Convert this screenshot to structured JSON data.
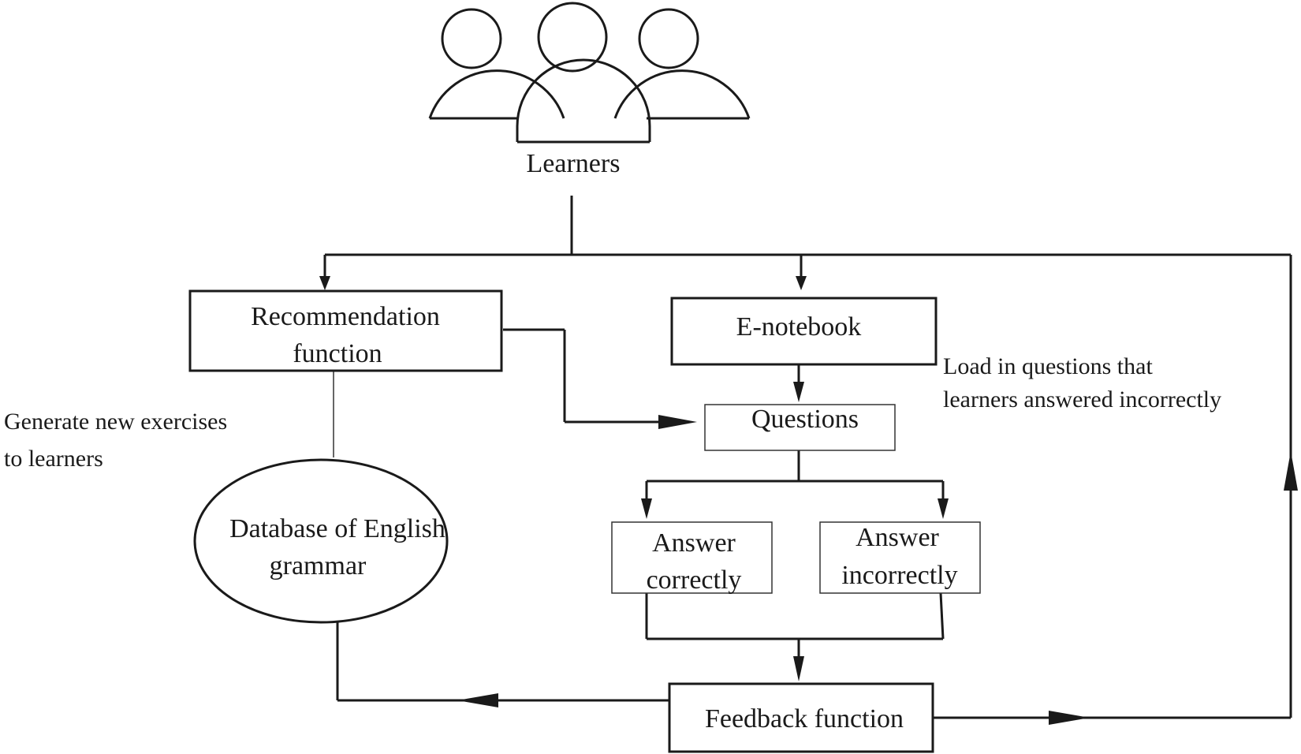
{
  "learners": {
    "label": "Learners"
  },
  "recommendation": {
    "line1": "Recommendation",
    "line2": "function"
  },
  "enotebook": {
    "label": "E-notebook"
  },
  "questions": {
    "label": "Questions"
  },
  "answer_correct": {
    "line1": "Answer",
    "line2": "correctly"
  },
  "answer_incorrect": {
    "line1": "Answer",
    "line2": "incorrectly"
  },
  "database": {
    "line1": "Database of English",
    "line2": "grammar"
  },
  "feedback": {
    "label": "Feedback function"
  },
  "notes": {
    "generate_line1": "Generate new exercises",
    "generate_line2": "to learners",
    "load_line1": "Load in questions that",
    "load_line2": "learners answered incorrectly"
  },
  "colors": {
    "ink": "#1a1a1a",
    "background": "#ffffff"
  }
}
